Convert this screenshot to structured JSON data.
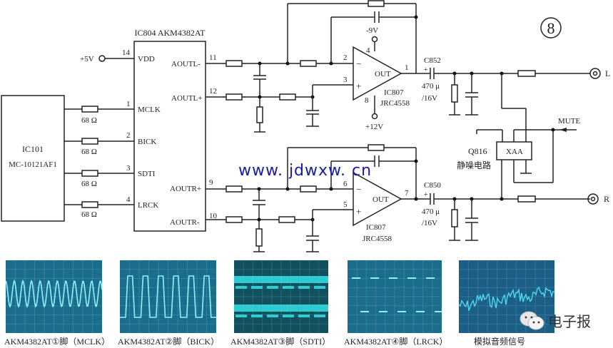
{
  "figure_number": "⑧",
  "ic804": {
    "label": "IC804  AKM4382AT",
    "pins": {
      "vdd": {
        "num": "14",
        "name": "VDD"
      },
      "mclk": {
        "num": "1",
        "name": "MCLK"
      },
      "bick": {
        "num": "2",
        "name": "BICK"
      },
      "sdti": {
        "num": "3",
        "name": "SDTI"
      },
      "lrck": {
        "num": "4",
        "name": "LRCK"
      },
      "aoutl_minus": {
        "num": "11",
        "name": "AOUTL-"
      },
      "aoutl_plus": {
        "num": "12",
        "name": "AOUTL+"
      },
      "aoutr_plus": {
        "num": "9",
        "name": "AOUTR+"
      },
      "aoutr_minus": {
        "num": "10",
        "name": "AOUTR-"
      }
    }
  },
  "ic101": {
    "name": "IC101",
    "part": "MC-10121AF1"
  },
  "supply_5v": "+5V",
  "series_resistors": [
    "68 Ω",
    "68 Ω",
    "68 Ω",
    "68 Ω"
  ],
  "opamp_top": {
    "name": "IC807",
    "part": "JRC4558",
    "out": "OUT",
    "pin_inv": "2",
    "pin_noninv": "3",
    "pin_out": "1",
    "pin_vneg": "4",
    "pin_vpos": "8",
    "vneg": "-9V",
    "vpos": "+12V",
    "minus": "−",
    "plus": "+"
  },
  "opamp_bottom": {
    "name": "IC807",
    "part": "JRC4558",
    "out": "OUT",
    "pin_inv": "6",
    "pin_noninv": "5",
    "pin_out": "7",
    "minus": "−",
    "plus": "+"
  },
  "cap_top": {
    "name": "C852",
    "value": "470 μ",
    "voltage": "/16V",
    "polarity": "+"
  },
  "cap_bottom": {
    "name": "C850",
    "value": "470 μ",
    "voltage": "/16V",
    "polarity": "+"
  },
  "output_left": "L",
  "output_right": "R",
  "mute": {
    "label": "MUTE",
    "transistor": "Q816",
    "chip": "XAA",
    "desc": "静噪电路"
  },
  "watermark": "www. jdwxw. cn",
  "scopes": [
    {
      "caption": "AKM4382AT①脚（MCLK）",
      "signal": "sine"
    },
    {
      "caption": "AKM4382AT②脚（BICK）",
      "signal": "square"
    },
    {
      "caption": "AKM4382AT③脚（SDTI）",
      "signal": "data"
    },
    {
      "caption": "AKM4382AT④脚（LRCK）",
      "signal": "square-slow"
    },
    {
      "caption": "模拟音频信号",
      "signal": "audio"
    }
  ],
  "brand": "电子报"
}
